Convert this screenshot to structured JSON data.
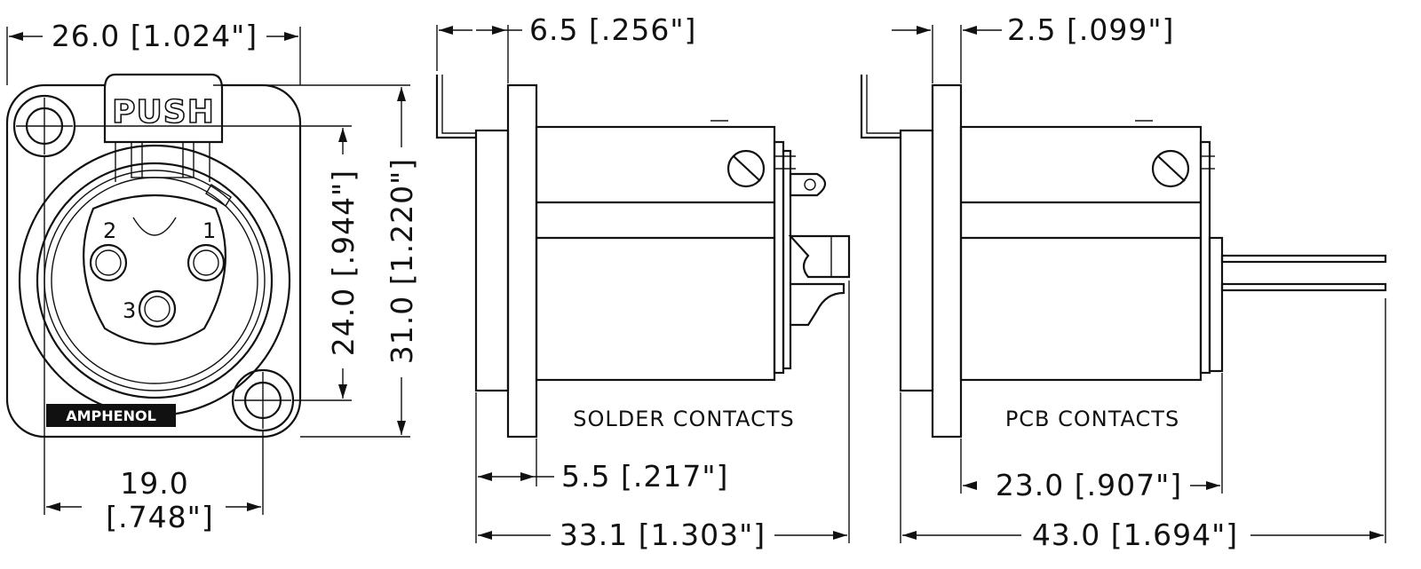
{
  "front_view": {
    "dims": {
      "overall_width": "26.0 [1.024\"]",
      "hole_spacing_h": "19.0",
      "hole_spacing_h_in": "[.748\"]",
      "hole_spacing_v": "24.0 [.944\"]",
      "overall_height": "31.0 [1.220\"]"
    },
    "latch_label": "PUSH",
    "pins": [
      "1",
      "2",
      "3"
    ],
    "brand": "AMPHENOL"
  },
  "solder_view": {
    "label": "SOLDER CONTACTS",
    "dims": {
      "flange_offset": "6.5 [.256\"]",
      "flange_thickness": "5.5 [.217\"]",
      "overall_length": "33.1 [1.303\"]"
    }
  },
  "pcb_view": {
    "label": "PCB CONTACTS",
    "dims": {
      "flange_offset": "2.5 [.099\"]",
      "body_length": "23.0 [.907\"]",
      "overall_length": "43.0 [1.694\"]"
    }
  },
  "colors": {
    "line": "#111111",
    "background": "#ffffff"
  }
}
